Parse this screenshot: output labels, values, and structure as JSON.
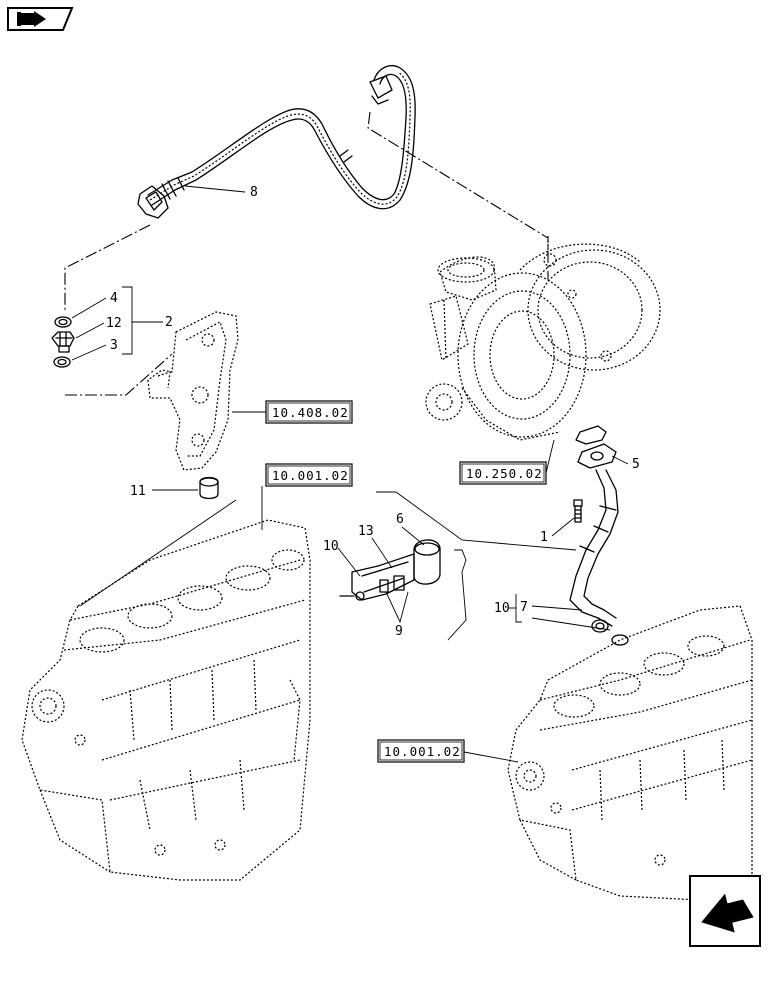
{
  "callouts": {
    "c1": "1",
    "c2": "2",
    "c3": "3",
    "c4": "4",
    "c5": "5",
    "c6": "6",
    "c7": "7",
    "c8": "8",
    "c9": "9",
    "c10a": "10",
    "c10b": "10",
    "c11": "11",
    "c12": "12",
    "c13": "13"
  },
  "references": {
    "ref_408": "10.408.02",
    "ref_001_top": "10.001.02",
    "ref_250": "10.250.02",
    "ref_001_bottom": "10.001.02"
  },
  "icons": {
    "top_left": "book-arrow-icon",
    "bottom_right": "previous-page-arrow-icon"
  }
}
